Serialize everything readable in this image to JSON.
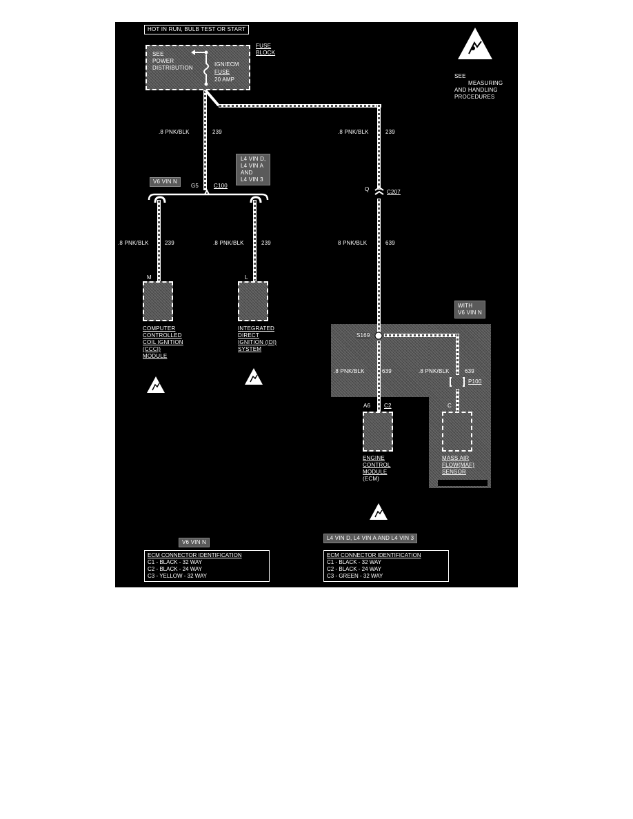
{
  "header": {
    "power_note": "HOT IN RUN, BULB TEST OR START"
  },
  "fuse_block": {
    "title_line1": "FUSE",
    "title_line2": "BLOCK",
    "see_line1": "SEE",
    "see_line2": "POWER",
    "see_line3": "DISTRIBUTION",
    "fuse_name": "IGN/ECM",
    "fuse_label": "FUSE",
    "fuse_rating": "20 AMP"
  },
  "esd_note": {
    "line1": "SEE",
    "line2": "MEASURING",
    "line3": "AND HANDLING",
    "line4": "PROCEDURES"
  },
  "wires": {
    "left_main": {
      "gauge_color": ".8 PNK/BLK",
      "circuit": "239"
    },
    "right_main": {
      "gauge_color": ".8 PNK/BLK",
      "circuit": "239"
    },
    "ccci": {
      "gauge_color": ".8 PNK/BLK",
      "circuit": "239"
    },
    "idi": {
      "gauge_color": ".8 PNK/BLK",
      "circuit": "239"
    },
    "c207_down": {
      "gauge_color": "8 PNK/BLK",
      "circuit": "639"
    },
    "ecm_feed": {
      "gauge_color": ".8 PNK/BLK",
      "circuit": "639"
    },
    "maf_feed": {
      "gauge_color": ".8 PNK/BLK",
      "circuit": "639"
    }
  },
  "variants": {
    "v6": "V6 VIN N",
    "l4_line1": "L4 VIN D,",
    "l4_line2": "L4 VIN A",
    "l4_line3": "AND",
    "l4_line4": "L4 VIN 3",
    "with_line1": "WITH",
    "with_line2": "V6 VIN N"
  },
  "connectors": {
    "c100_pin": "G5",
    "c100": "C100",
    "c207_pin": "Q",
    "c207": "C207",
    "splice": "S169",
    "p100": "P100",
    "ccci_pin": "M",
    "idi_pin": "L",
    "ecm_pin": "A6",
    "ecm_conn": "C2",
    "maf_pin": "C"
  },
  "components": {
    "ccci": [
      "COMPUTER",
      "CONTROLLED",
      "COIL IGNITION",
      "(CCCI)",
      "MODULE"
    ],
    "idi": [
      "INTEGRATED",
      "DIRECT",
      "IGNITION (IDI)",
      "SYSTEM"
    ],
    "ecm": [
      "ENGINE",
      "CONTROL",
      "MODULE",
      "(ECM)"
    ],
    "maf": [
      "MASS AIR",
      "FLOW(MAF)",
      "SENSOR"
    ]
  },
  "tables": {
    "left": {
      "variant": "V6 VIN N",
      "title": "ECM CONNECTOR IDENTIFICATION",
      "rows": [
        "C1 - BLACK - 32 WAY",
        "C2 - BLACK - 24 WAY",
        "C3 - YELLOW - 32 WAY"
      ]
    },
    "right": {
      "variant": "L4 VIN D, L4 VIN A AND L4 VIN 3",
      "title": "ECM CONNECTOR IDENTIFICATION",
      "rows": [
        "C1 - BLACK - 32 WAY",
        "C2 - BLACK - 24 WAY",
        "C3 - GREEN - 32 WAY"
      ]
    }
  },
  "icons": {
    "esd": "esd-warning-icon"
  },
  "colors": {
    "background": "#000000",
    "foreground": "#ffffff",
    "shade": "#4a4a4a"
  }
}
